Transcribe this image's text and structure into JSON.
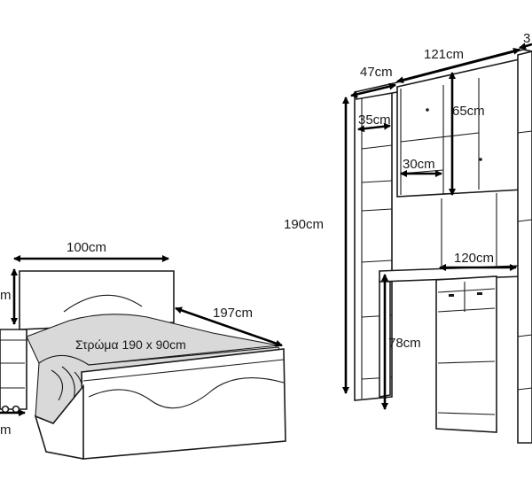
{
  "dimensions": {
    "bed_width": "100cm",
    "bed_length": "197cm",
    "mattress": "Στρώμα 190 x 90cm",
    "bed_headboard_partial": "m",
    "nightstand_partial": "m",
    "unit_depth": "47cm",
    "unit_width": "121cm",
    "unit_edge_partial": "3",
    "inner_shelf_depth": "35cm",
    "upper_cabinet_height": "65cm",
    "upper_cabinet_depth": "30cm",
    "unit_height": "190cm",
    "desk_width": "120cm",
    "desk_height": "78cm"
  },
  "colors": {
    "line": "#1a1a1a",
    "shade": "#d9d9d9",
    "background": "#ffffff"
  }
}
